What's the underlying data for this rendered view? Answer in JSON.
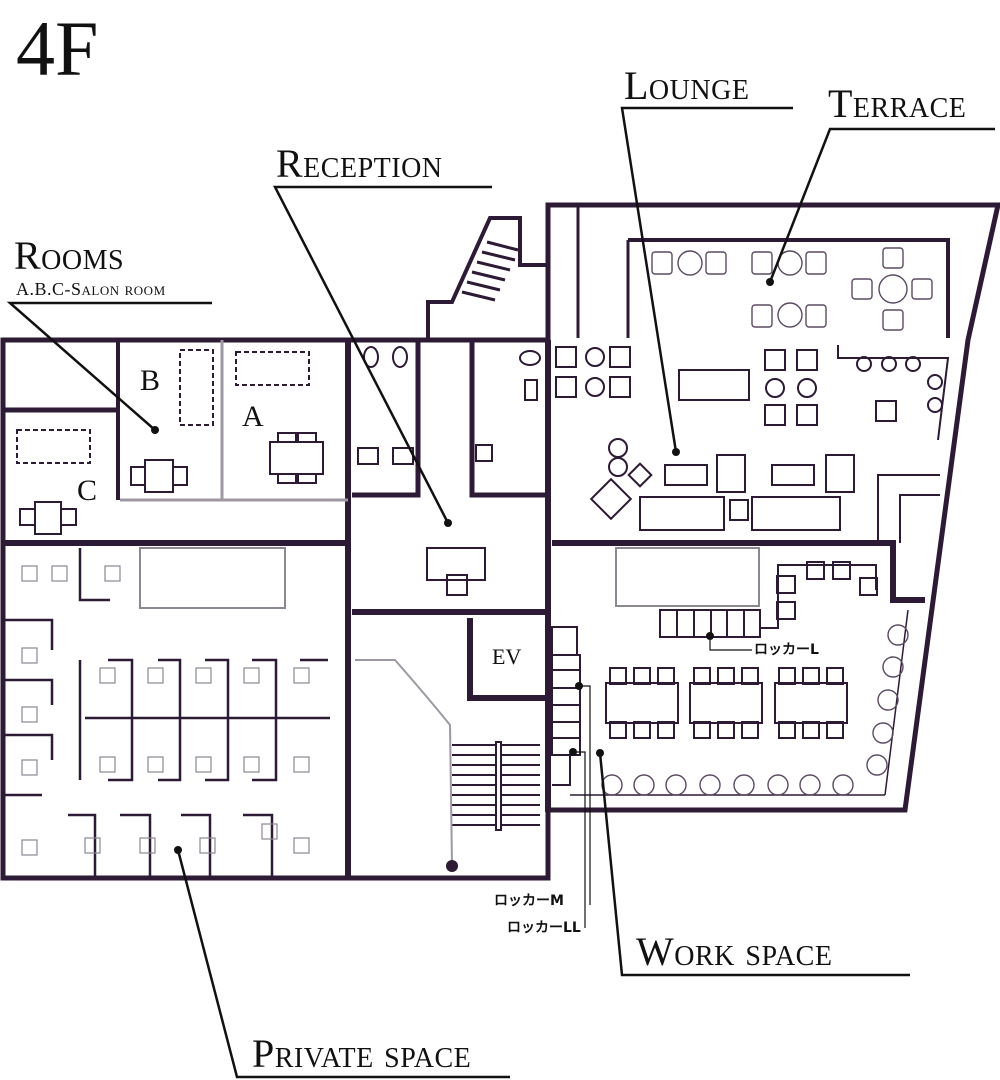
{
  "floor": {
    "label": "4F"
  },
  "colors": {
    "wall": "#2d1a35",
    "leader": "#111111",
    "light_line": "#b9b4bc"
  },
  "callouts": {
    "rooms": {
      "title": "Rooms",
      "subtitle": "A.B.C-Salon room"
    },
    "reception": {
      "title": "Reception"
    },
    "lounge": {
      "title": "Lounge"
    },
    "terrace": {
      "title": "Terrace"
    },
    "work_space": {
      "title": "Work space"
    },
    "private_space": {
      "title": "Private space"
    }
  },
  "rooms": {
    "a": "A",
    "b": "B",
    "c": "C",
    "elevator": "EV"
  },
  "lockers": {
    "l": "ロッカーL",
    "m": "ロッカーM",
    "ll": "ロッカーLL"
  }
}
